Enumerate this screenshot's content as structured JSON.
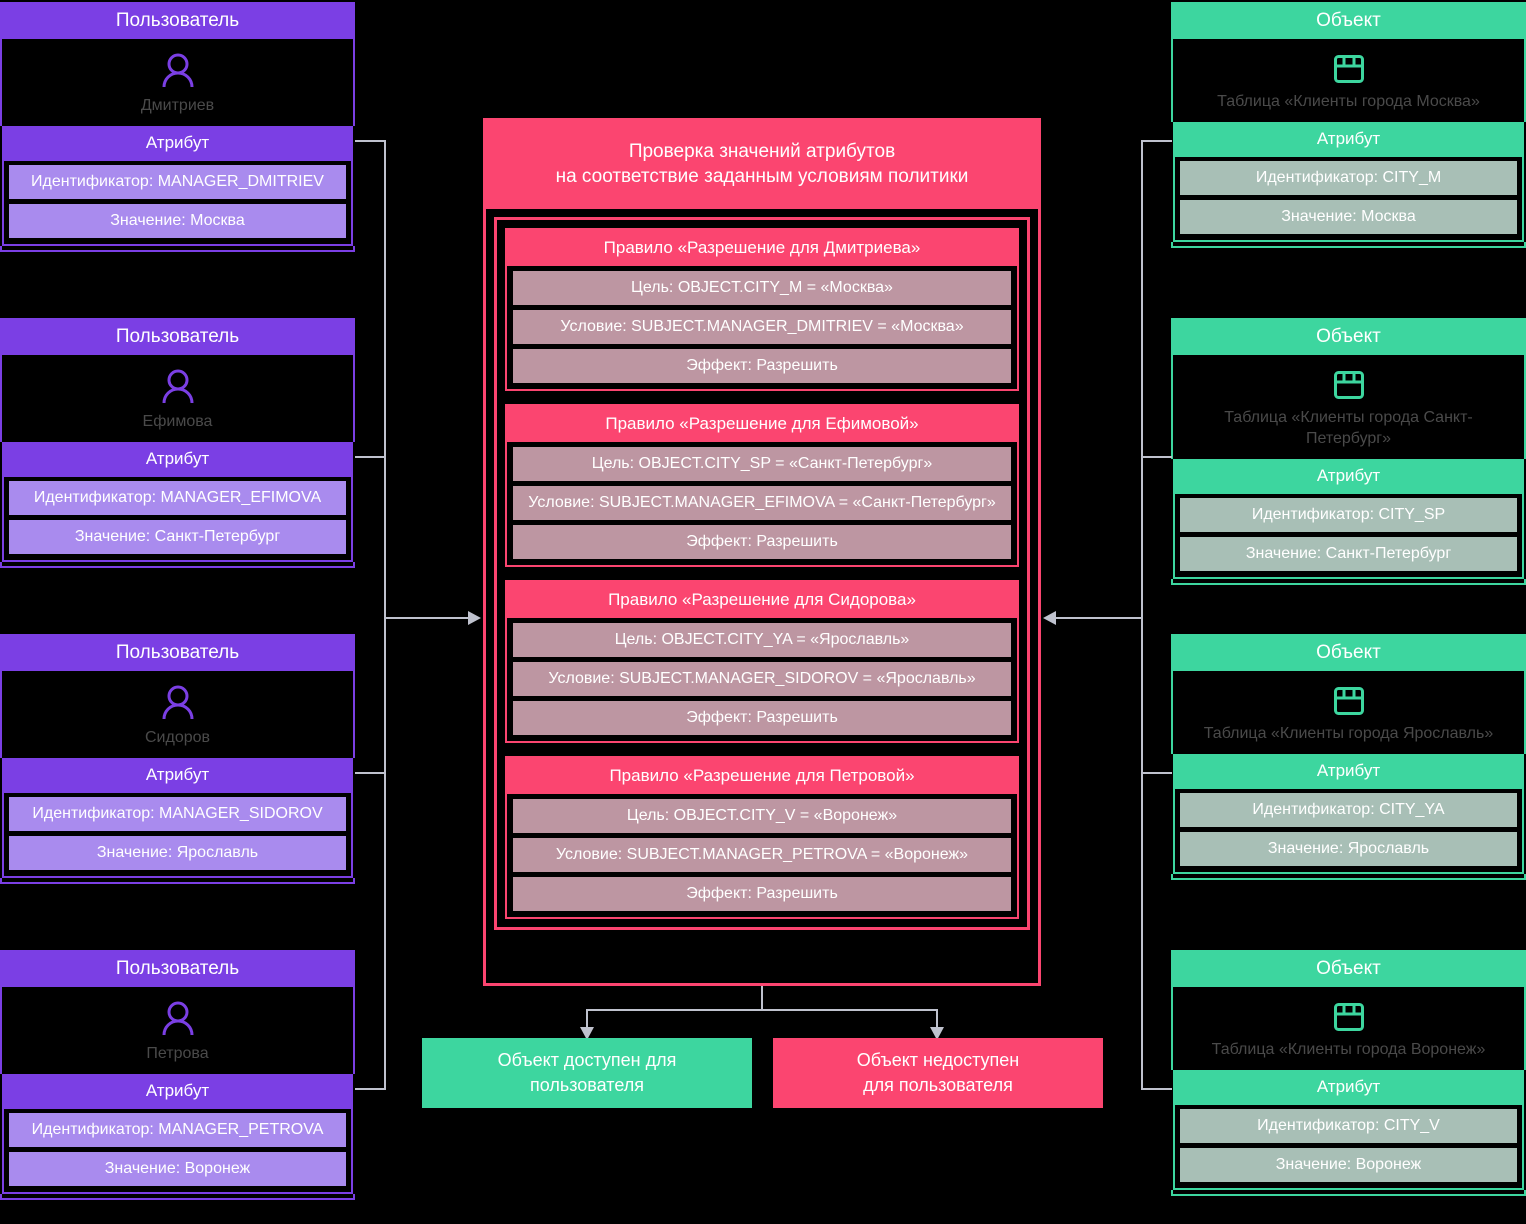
{
  "colors": {
    "user_accent": "#7B3FE4",
    "user_attr_row": "#A98BEE",
    "object_accent": "#3DD69F",
    "object_attr_row": "#A8BFB6",
    "policy_accent": "#FB4570",
    "policy_row": "#BD96A2",
    "connector": "#BFC2CE",
    "background": "#000000",
    "entity_name_text": "#4A4A4A"
  },
  "labels": {
    "user_card_title": "Пользователь",
    "object_card_title": "Объект",
    "attribute_title": "Атрибут",
    "person_icon": "person-icon",
    "table_icon": "table-icon"
  },
  "users": [
    {
      "title": "Пользователь",
      "name": "Дмитриев",
      "attribute_title": "Атрибут",
      "identifier": "Идентификатор: MANAGER_DMITRIEV",
      "value": "Значение: Москва"
    },
    {
      "title": "Пользователь",
      "name": "Ефимова",
      "attribute_title": "Атрибут",
      "identifier": "Идентификатор: MANAGER_EFIMOVA",
      "value": "Значение: Санкт-Петербург"
    },
    {
      "title": "Пользователь",
      "name": "Сидоров",
      "attribute_title": "Атрибут",
      "identifier": "Идентификатор: MANAGER_SIDOROV",
      "value": "Значение: Ярославль"
    },
    {
      "title": "Пользователь",
      "name": "Петрова",
      "attribute_title": "Атрибут",
      "identifier": "Идентификатор: MANAGER_PETROVA",
      "value": "Значение: Воронеж"
    }
  ],
  "objects": [
    {
      "title": "Объект",
      "name": "Таблица «Клиенты города Москва»",
      "attribute_title": "Атрибут",
      "identifier": "Идентификатор: CITY_M",
      "value": "Значение: Москва"
    },
    {
      "title": "Объект",
      "name": "Таблица «Клиенты города Санкт-Петербург»",
      "attribute_title": "Атрибут",
      "identifier": "Идентификатор: CITY_SP",
      "value": "Значение: Санкт-Петербург"
    },
    {
      "title": "Объект",
      "name": "Таблица «Клиенты города Ярославль»",
      "attribute_title": "Атрибут",
      "identifier": "Идентификатор: CITY_YA",
      "value": "Значение: Ярославль"
    },
    {
      "title": "Объект",
      "name": "Таблица «Клиенты города Воронеж»",
      "attribute_title": "Атрибут",
      "identifier": "Идентификатор: CITY_V",
      "value": "Значение: Воронеж"
    }
  ],
  "policy": {
    "title_line1": "Проверка значений атрибутов",
    "title_line2": "на соответствие заданным условиям политики",
    "rules": [
      {
        "name": "Правило «Разрешение для Дмитриева»",
        "target": "Цель: OBJECT.CITY_M = «Москва»",
        "condition": "Условие: SUBJECT.MANAGER_DMITRIEV = «Москва»",
        "effect": "Эффект: Разрешить"
      },
      {
        "name": "Правило «Разрешение для Ефимовой»",
        "target": "Цель: OBJECT.CITY_SP = «Санкт-Петербург»",
        "condition": "Условие: SUBJECT.MANAGER_EFIMOVA = «Санкт-Петербург»",
        "effect": "Эффект: Разрешить"
      },
      {
        "name": "Правило «Разрешение для Сидорова»",
        "target": "Цель: OBJECT.CITY_YA = «Ярославль»",
        "condition": "Условие: SUBJECT.MANAGER_SIDOROV = «Ярославль»",
        "effect": "Эффект: Разрешить"
      },
      {
        "name": "Правило «Разрешение для Петровой»",
        "target": "Цель: OBJECT.CITY_V = «Воронеж»",
        "condition": "Условие: SUBJECT.MANAGER_PETROVA = «Воронеж»",
        "effect": "Эффект: Разрешить"
      }
    ]
  },
  "outcomes": {
    "allow_line1": "Объект доступен для",
    "allow_line2": "пользователя",
    "deny_line1": "Объект недоступен",
    "deny_line2": "для пользователя"
  }
}
